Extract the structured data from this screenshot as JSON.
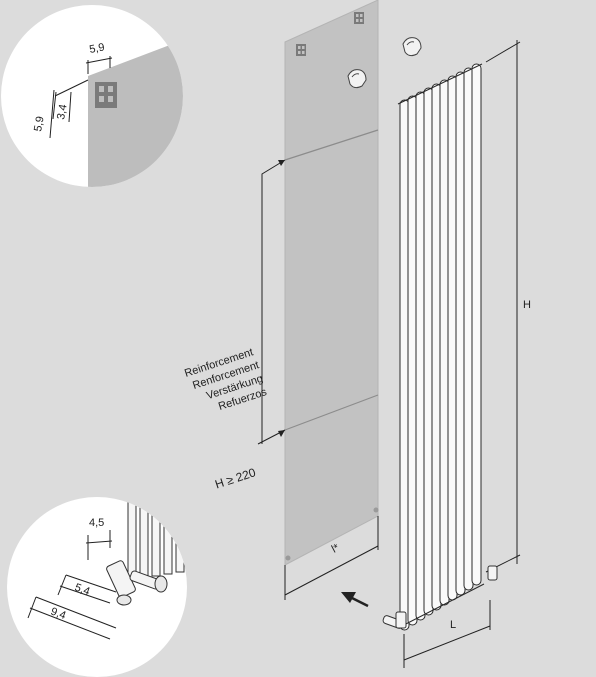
{
  "top_detail": {
    "dim_width": "5,9",
    "dim_height_outer": "5,9",
    "dim_height_inner": "3,4"
  },
  "bottom_detail": {
    "dim_top": "4,5",
    "dim_mid": "5,4",
    "dim_bottom": "9,4"
  },
  "reinforcement_labels": [
    "Reinforcement",
    "Renforcement",
    "Verstärkung",
    "Refuerzos"
  ],
  "height_min_label": "H ≥ 220",
  "panel_width_label": "l*",
  "radiator_height_label": "H",
  "radiator_width_label": "L",
  "colors": {
    "background": "#dcdcdc",
    "panel": "#c2c2c2",
    "circle": "#ffffff",
    "line": "#222222"
  }
}
